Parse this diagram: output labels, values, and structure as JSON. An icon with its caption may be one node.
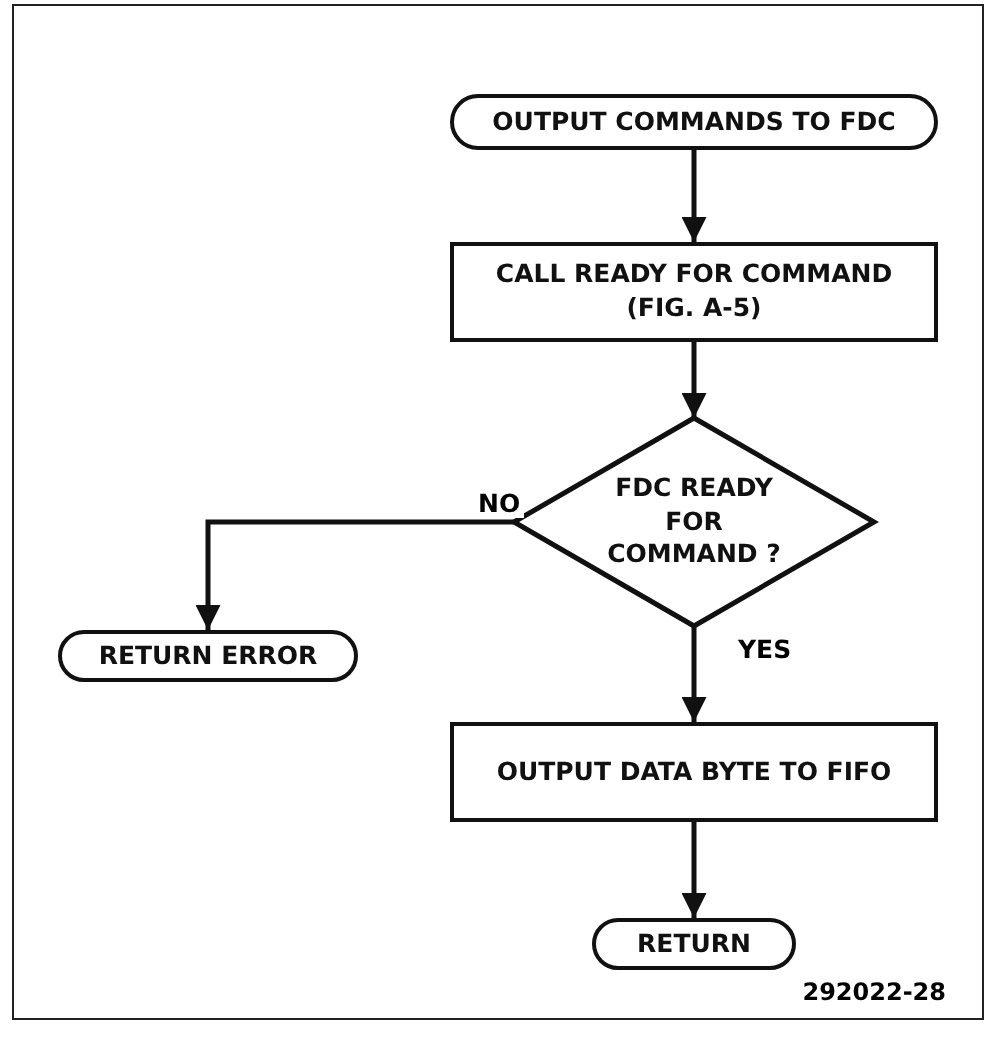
{
  "diagram": {
    "nodes": [
      {
        "text": [
          "OUTPUT COMMANDS TO FDC"
        ]
      },
      {
        "text": [
          "CALL READY FOR COMMAND (FIG. A-5)"
        ]
      },
      {
        "text": [
          "FDC READY FOR COMMAND ?"
        ]
      },
      {
        "text": [
          "RETURN ERROR"
        ]
      },
      {
        "text": [
          "OUTPUT DATA BYTE TO FIFO"
        ]
      },
      {
        "text": [
          "RETURN"
        ]
      }
    ],
    "edges": [
      {
        "from": 0,
        "to": 1,
        "arrow": "to"
      },
      {
        "from": 1,
        "to": 2,
        "arrow": "to"
      },
      {
        "from": 2,
        "to": 3,
        "arrow": "to",
        "label": "NO"
      },
      {
        "from": 2,
        "to": 4,
        "arrow": "to",
        "label": "YES"
      },
      {
        "from": 4,
        "to": 5,
        "arrow": "to"
      }
    ],
    "labels": [
      "292022-28"
    ]
  }
}
